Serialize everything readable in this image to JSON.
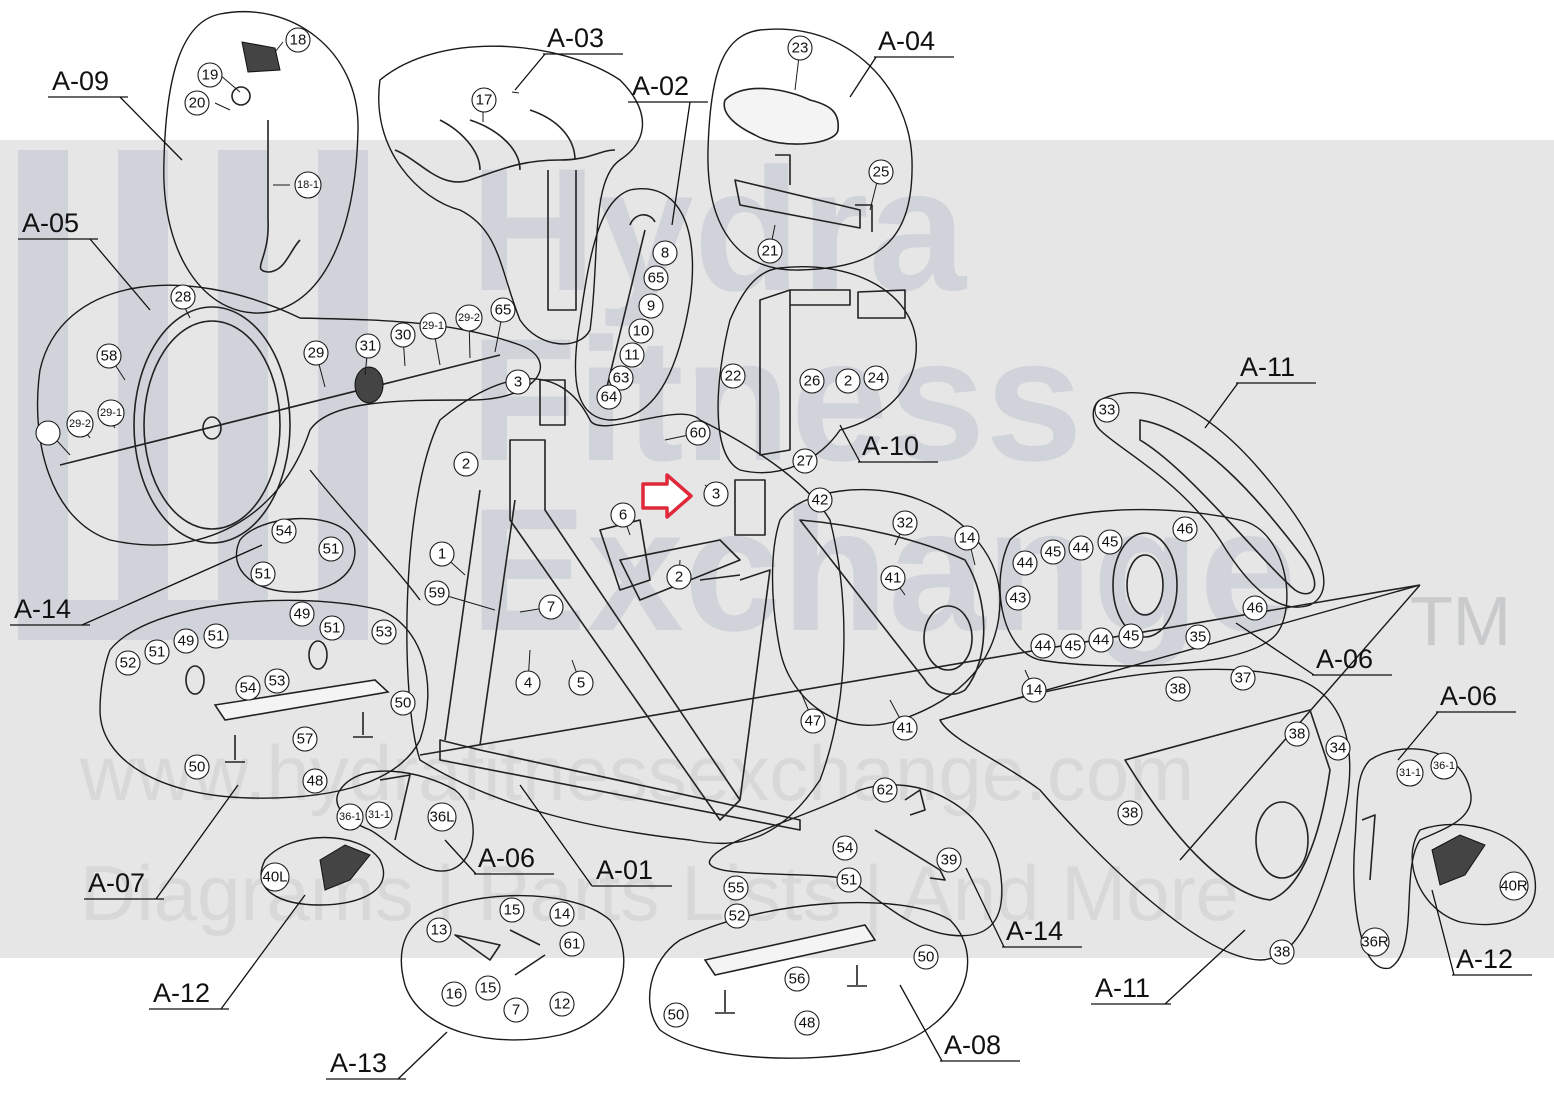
{
  "watermark": {
    "brand_line1": "Hydra",
    "brand_line2": "Fitness",
    "brand_line3": "Exchange",
    "trademark": "TM",
    "url": "www.hydrafitnessexchange.com",
    "tagline": "Diagrams | Parts Lists | And More"
  },
  "colors": {
    "watermark_band": "#e6e6e6",
    "line": "#1a1a1a",
    "highlight_arrow": "#e0283a"
  },
  "groups": [
    "A-01",
    "A-02",
    "A-03",
    "A-04",
    "A-05",
    "A-06",
    "A-06",
    "A-06",
    "A-07",
    "A-08",
    "A-09",
    "A-10",
    "A-11",
    "A-11",
    "A-12",
    "A-12",
    "A-13",
    "A-14",
    "A-14"
  ],
  "callouts": [
    "1",
    "2",
    "2",
    "2",
    "3",
    "3",
    "4",
    "5",
    "6",
    "7",
    "7",
    "8",
    "9",
    "10",
    "11",
    "12",
    "13",
    "14",
    "14",
    "14",
    "15",
    "15",
    "16",
    "17",
    "18",
    "18-1",
    "19",
    "20",
    "21",
    "22",
    "23",
    "24",
    "25",
    "26",
    "27",
    "28",
    "29",
    "29-1",
    "29-1",
    "29-2",
    "29-2",
    "30",
    "31",
    "31-1",
    "31-1",
    "32",
    "33",
    "34",
    "35",
    "36-1",
    "36-1",
    "36L",
    "36R",
    "37",
    "38",
    "38",
    "38",
    "38",
    "39",
    "40L",
    "40R",
    "41",
    "41",
    "42",
    "43",
    "44",
    "44",
    "44",
    "44",
    "45",
    "45",
    "45",
    "45",
    "46",
    "46",
    "47",
    "48",
    "48",
    "49",
    "49",
    "50",
    "50",
    "50",
    "50",
    "51",
    "51",
    "51",
    "51",
    "51",
    "51",
    "52",
    "52",
    "53",
    "53",
    "54",
    "54",
    "54",
    "55",
    "56",
    "57",
    "58",
    "59",
    "60",
    "61",
    "62",
    "63",
    "64",
    "65",
    "65"
  ]
}
